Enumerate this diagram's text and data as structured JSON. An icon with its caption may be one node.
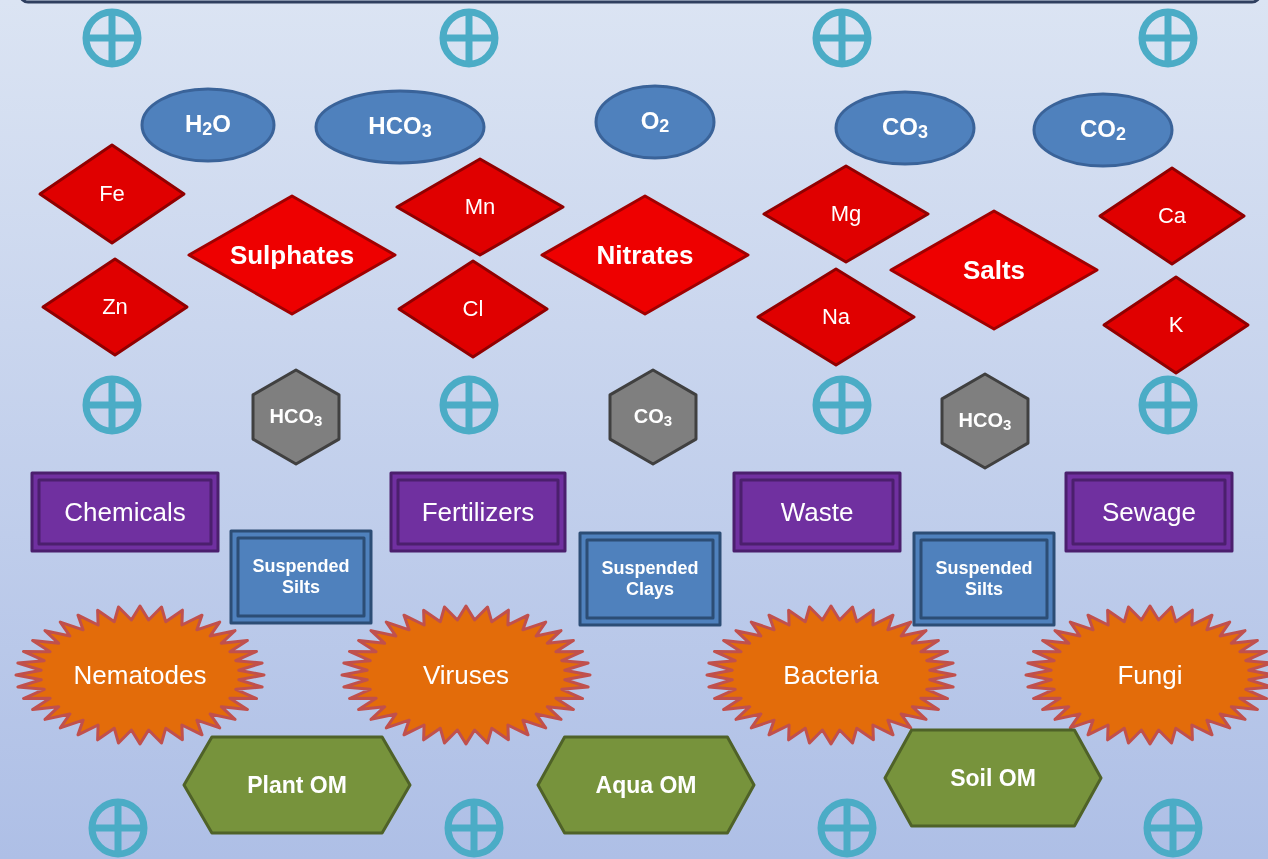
{
  "diagram": {
    "nodes": [
      {
        "text": [
          "H$_{2}$O"
        ]
      },
      {
        "text": [
          "HCO$_{3}$"
        ]
      },
      {
        "text": [
          "O$_{2}$"
        ]
      },
      {
        "text": [
          "CO$_{3}$"
        ]
      },
      {
        "text": [
          "CO$_{2}$"
        ]
      },
      {
        "text": [
          "Fe"
        ]
      },
      {
        "text": [
          "Mn"
        ]
      },
      {
        "text": [
          "Mg"
        ]
      },
      {
        "text": [
          "Ca"
        ]
      },
      {
        "text": [
          "Sulphates"
        ]
      },
      {
        "text": [
          "Nitrates"
        ]
      },
      {
        "text": [
          "Salts"
        ]
      },
      {
        "text": [
          "Zn"
        ]
      },
      {
        "text": [
          "Cl"
        ]
      },
      {
        "text": [
          "Na"
        ]
      },
      {
        "text": [
          "K"
        ]
      },
      {
        "text": [
          "HCO$_{3}$"
        ]
      },
      {
        "text": [
          "CO$_{3}$"
        ]
      },
      {
        "text": [
          "HCO$_{3}$"
        ]
      },
      {
        "text": [
          "Chemicals"
        ]
      },
      {
        "text": [
          "Fertilizers"
        ]
      },
      {
        "text": [
          "Waste"
        ]
      },
      {
        "text": [
          "Sewage"
        ]
      },
      {
        "text": [
          "Suspended Silts"
        ]
      },
      {
        "text": [
          "Suspended Clays"
        ]
      },
      {
        "text": [
          "Suspended Silts"
        ]
      },
      {
        "text": [
          "Nematodes"
        ]
      },
      {
        "text": [
          "Viruses"
        ]
      },
      {
        "text": [
          "Bacteria"
        ]
      },
      {
        "text": [
          "Fungi"
        ]
      },
      {
        "text": [
          "Plant OM"
        ]
      },
      {
        "text": [
          "Aqua OM"
        ]
      },
      {
        "text": [
          "Soil OM"
        ]
      }
    ]
  }
}
